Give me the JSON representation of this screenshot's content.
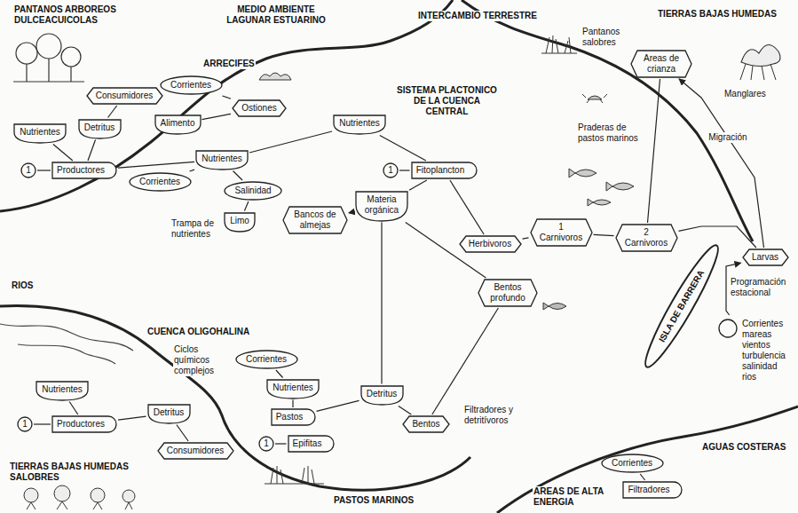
{
  "diagram": {
    "nodes": [
      {
        "text": [
          "1"
        ]
      },
      {
        "text": [
          "Nutrientes"
        ]
      },
      {
        "text": [
          "Detritus"
        ]
      },
      {
        "text": [
          "Consumidores"
        ]
      },
      {
        "text": [
          "Productores"
        ]
      },
      {
        "text": [
          "Corrientes"
        ]
      },
      {
        "text": [
          "Corrientes"
        ]
      },
      {
        "text": [
          "Alimento"
        ]
      },
      {
        "text": [
          "Ostiones"
        ]
      },
      {
        "text": [
          "Nutrientes"
        ]
      },
      {
        "text": [
          "Salinidad"
        ]
      },
      {
        "text": [
          "Limo"
        ]
      },
      {
        "text": [
          "Bancos de almejas"
        ]
      },
      {
        "text": [
          "Nutrientes"
        ]
      },
      {
        "text": [
          "1"
        ]
      },
      {
        "text": [
          "Fitoplancton"
        ]
      },
      {
        "text": [
          "Materia orgánica"
        ]
      },
      {
        "text": [
          "Areas de crianza"
        ]
      },
      {
        "text": [
          "Herbivoros"
        ]
      },
      {
        "text": [
          "1",
          "Carnivoros"
        ]
      },
      {
        "text": [
          "2",
          "Carnivoros"
        ]
      },
      {
        "text": [
          "Bentos profundo"
        ]
      },
      {
        "text": [
          "Larvas"
        ]
      },
      {
        "text": [
          "Corrientes mareas vientos turbulencia salinidad rios"
        ]
      },
      {
        "text": [
          "Nutrientes"
        ]
      },
      {
        "text": [
          "1"
        ]
      },
      {
        "text": [
          "Productores"
        ]
      },
      {
        "text": [
          "Detritus"
        ]
      },
      {
        "text": [
          "Consumidores"
        ]
      },
      {
        "text": [
          "Corrientes"
        ]
      },
      {
        "text": [
          "Nutrientes"
        ]
      },
      {
        "text": [
          "Pastos"
        ]
      },
      {
        "text": [
          "1"
        ]
      },
      {
        "text": [
          "Epifitas"
        ]
      },
      {
        "text": [
          "Detritus"
        ]
      },
      {
        "text": [
          "Bentos"
        ]
      },
      {
        "text": [
          "Corrientes"
        ]
      },
      {
        "text": [
          "Filtradores"
        ]
      },
      {
        "text": [
          "ISLA DE BARRERA"
        ]
      }
    ],
    "edges": [
      {
        "from": 0,
        "to": 4,
        "arrow": "none"
      },
      {
        "from": 1,
        "to": 4,
        "arrow": "none"
      },
      {
        "from": 4,
        "to": 2,
        "arrow": "none"
      },
      {
        "from": 2,
        "to": 3,
        "arrow": "none"
      },
      {
        "from": 4,
        "to": 9,
        "arrow": "none"
      },
      {
        "from": 5,
        "to": 9,
        "arrow": "none"
      },
      {
        "from": 6,
        "to": 8,
        "arrow": "none"
      },
      {
        "from": 7,
        "to": 8,
        "arrow": "none"
      },
      {
        "from": 9,
        "to": 10,
        "arrow": "none"
      },
      {
        "from": 10,
        "to": 11,
        "arrow": "none"
      },
      {
        "from": 9,
        "to": 13,
        "arrow": "none"
      },
      {
        "from": 13,
        "to": 15,
        "arrow": "none"
      },
      {
        "from": 14,
        "to": 15,
        "arrow": "none"
      },
      {
        "from": 15,
        "to": 18,
        "arrow": "none"
      },
      {
        "from": 15,
        "to": 16,
        "arrow": "none"
      },
      {
        "from": 16,
        "to": 12,
        "arrow": "to"
      },
      {
        "from": 16,
        "to": 34,
        "arrow": "none"
      },
      {
        "from": 16,
        "to": 21,
        "arrow": "none"
      },
      {
        "from": 18,
        "to": 19,
        "arrow": "none"
      },
      {
        "from": 19,
        "to": 20,
        "arrow": "none"
      },
      {
        "from": 17,
        "to": 20,
        "arrow": "none"
      },
      {
        "from": 20,
        "to": 22,
        "arrow": "none"
      },
      {
        "from": 23,
        "to": 22,
        "arrow": "to"
      },
      {
        "from": 22,
        "to": 17,
        "label": "Migración",
        "arrow": "to"
      },
      {
        "from": 25,
        "to": 26,
        "arrow": "none"
      },
      {
        "from": 24,
        "to": 26,
        "arrow": "none"
      },
      {
        "from": 26,
        "to": 27,
        "arrow": "none"
      },
      {
        "from": 27,
        "to": 28,
        "arrow": "none"
      },
      {
        "from": 29,
        "to": 30,
        "arrow": "none"
      },
      {
        "from": 30,
        "to": 31,
        "arrow": "none"
      },
      {
        "from": 32,
        "to": 33,
        "arrow": "none"
      },
      {
        "from": 31,
        "to": 34,
        "arrow": "none"
      },
      {
        "from": 34,
        "to": 35,
        "arrow": "none"
      },
      {
        "from": 35,
        "to": 21,
        "arrow": "none"
      },
      {
        "from": 36,
        "to": 37,
        "arrow": "none"
      }
    ],
    "labels": [
      "PANTANOS ARBOREOS DULCEACUICOLAS",
      "MEDIO AMBIENTE LAGUNAR ESTUARINO",
      "INTERCAMBIO TERRESTRE",
      "Pantanos salobres",
      "TIERRAS BAJAS HUMEDAS",
      "ARRECIFES",
      "Manglares",
      "SISTEMA PLACTONICO DE LA CUENCA CENTRAL",
      "Praderas de pastos marinos",
      "Trampa de nutrientes",
      "RIOS",
      "Programación estacional",
      "CUENCA OLIGOHALINA",
      "Ciclos químicos complejos",
      "Filtradores y detritívoros",
      "AGUAS COSTERAS",
      "TIERRAS BAJAS HUMEDAS SALOBRES",
      "PASTOS MARINOS",
      "AREAS DE ALTA ENERGIA"
    ]
  }
}
